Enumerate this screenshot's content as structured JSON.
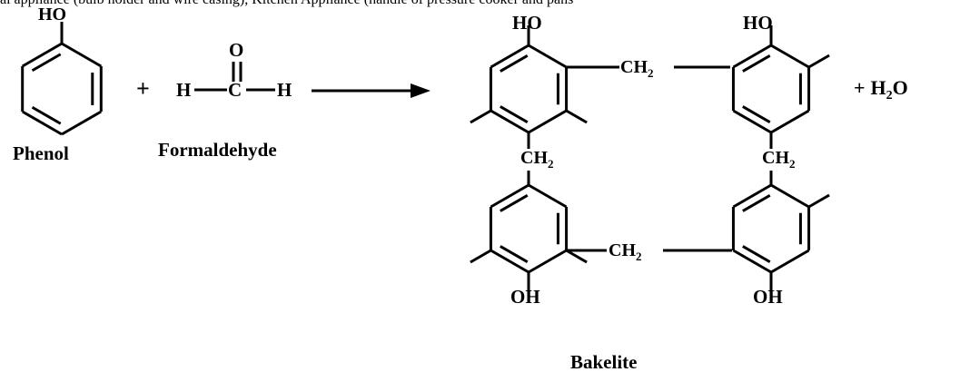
{
  "header_text": "al appliance (bulb holder and wire casing), Kitchen Appliance (handle of pressure cooker and pans",
  "reactants": {
    "phenol": {
      "label": "Phenol",
      "substituent": "HO"
    },
    "formaldehyde": {
      "label": "Formaldehyde",
      "oxygen": "O",
      "hydrogen_left": "H",
      "carbon": "C",
      "hydrogen_right": "H"
    },
    "plus": "+"
  },
  "product": {
    "label": "Bakelite",
    "top_left_ring_group": "HO",
    "top_right_ring_group": "HO",
    "bottom_left_ring_group": "OH",
    "bottom_right_ring_group": "OH",
    "bridge_top": "CH",
    "bridge_bottom": "CH",
    "bridge_left": "CH",
    "bridge_right": "CH",
    "subscript": "2",
    "byproduct_plus": "+",
    "byproduct_h": "H",
    "byproduct_o": "O"
  },
  "colors": {
    "ink": "#000000",
    "background": "#ffffff"
  }
}
